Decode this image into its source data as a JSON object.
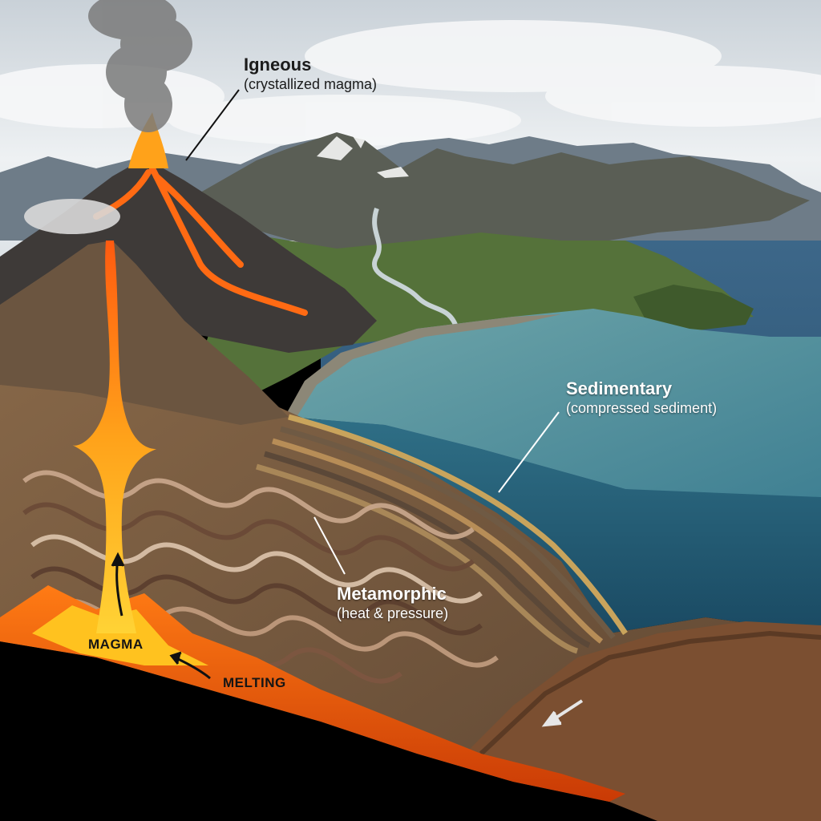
{
  "labels": {
    "igneous": {
      "title": "Igneous",
      "subtitle": "(crystallized magma)"
    },
    "sedimentary": {
      "title": "Sedimentary",
      "subtitle": "(compressed sediment)"
    },
    "metamorphic": {
      "title": "Metamorphic",
      "subtitle": "(heat & pressure)"
    },
    "magma": "MAGMA",
    "melting": "MELTING"
  },
  "colors": {
    "sky": "#dfe5ea",
    "ocean_deep": "#274d6b",
    "ocean_shallow": "#3f8d9a",
    "lava": "#ff6a13",
    "lava_core": "#ffc21f",
    "mantle": "#000000",
    "rock_brown": "#7a5236",
    "vegetation": "#4f6b34"
  }
}
